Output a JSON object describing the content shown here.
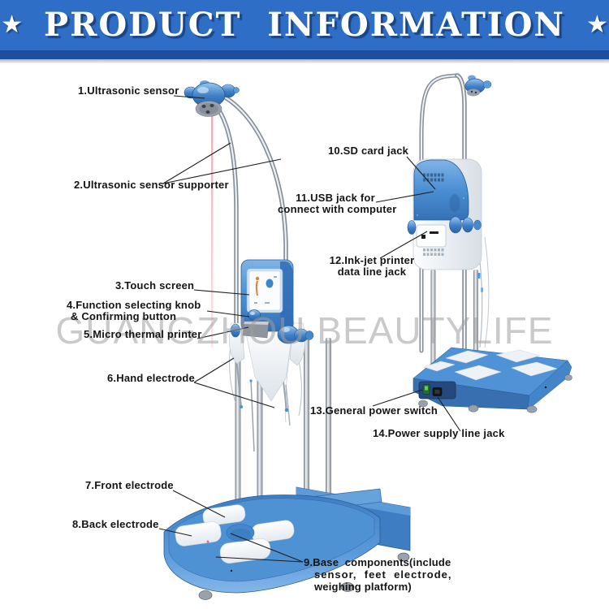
{
  "header": {
    "star": "★",
    "title": "PRODUCT  INFORMATION"
  },
  "watermark": {
    "text": "GUANGZHOU BEAUTYLIFE"
  },
  "colors": {
    "banner_blue": "#2e6ec6",
    "banner_stripe": "#1e4f9c",
    "machine_blue": "#4a8fd3",
    "laser_pink": "#f0a4b2",
    "switch_green": "#5ecf5e"
  },
  "labels": [
    {
      "name": "ultrasonic-sensor",
      "lines": [
        "1.Ultrasonic sensor"
      ]
    },
    {
      "name": "ultrasonic-sensor-supporter",
      "lines": [
        "2.Ultrasonic sensor supporter"
      ]
    },
    {
      "name": "touch-screen",
      "lines": [
        "3.Touch screen"
      ]
    },
    {
      "name": "function-selecting-knob",
      "lines": [
        "4.Function selecting knob",
        "& Confirming button"
      ]
    },
    {
      "name": "micro-thermal-printer",
      "lines": [
        "5.Micro thermal printer"
      ]
    },
    {
      "name": "hand-electrode",
      "lines": [
        "6.Hand electrode"
      ]
    },
    {
      "name": "front-electrode",
      "lines": [
        "7.Front electrode"
      ]
    },
    {
      "name": "back-electrode",
      "lines": [
        "8.Back electrode"
      ]
    },
    {
      "name": "base-components",
      "lines": [
        "9.Base  components(include",
        "sensor,  feet  electrode,",
        "weighing platform)"
      ]
    },
    {
      "name": "sd-card-jack",
      "lines": [
        "10.SD card jack"
      ]
    },
    {
      "name": "usb-jack",
      "lines": [
        "11.USB jack for",
        "connect with computer"
      ]
    },
    {
      "name": "inkjet-printer-data-line-jack",
      "lines": [
        "12.Ink-jet printer",
        "data line jack"
      ]
    },
    {
      "name": "general-power-switch",
      "lines": [
        "13.General power switch"
      ]
    },
    {
      "name": "power-supply-line-jack",
      "lines": [
        "14.Power supply line jack"
      ]
    }
  ]
}
